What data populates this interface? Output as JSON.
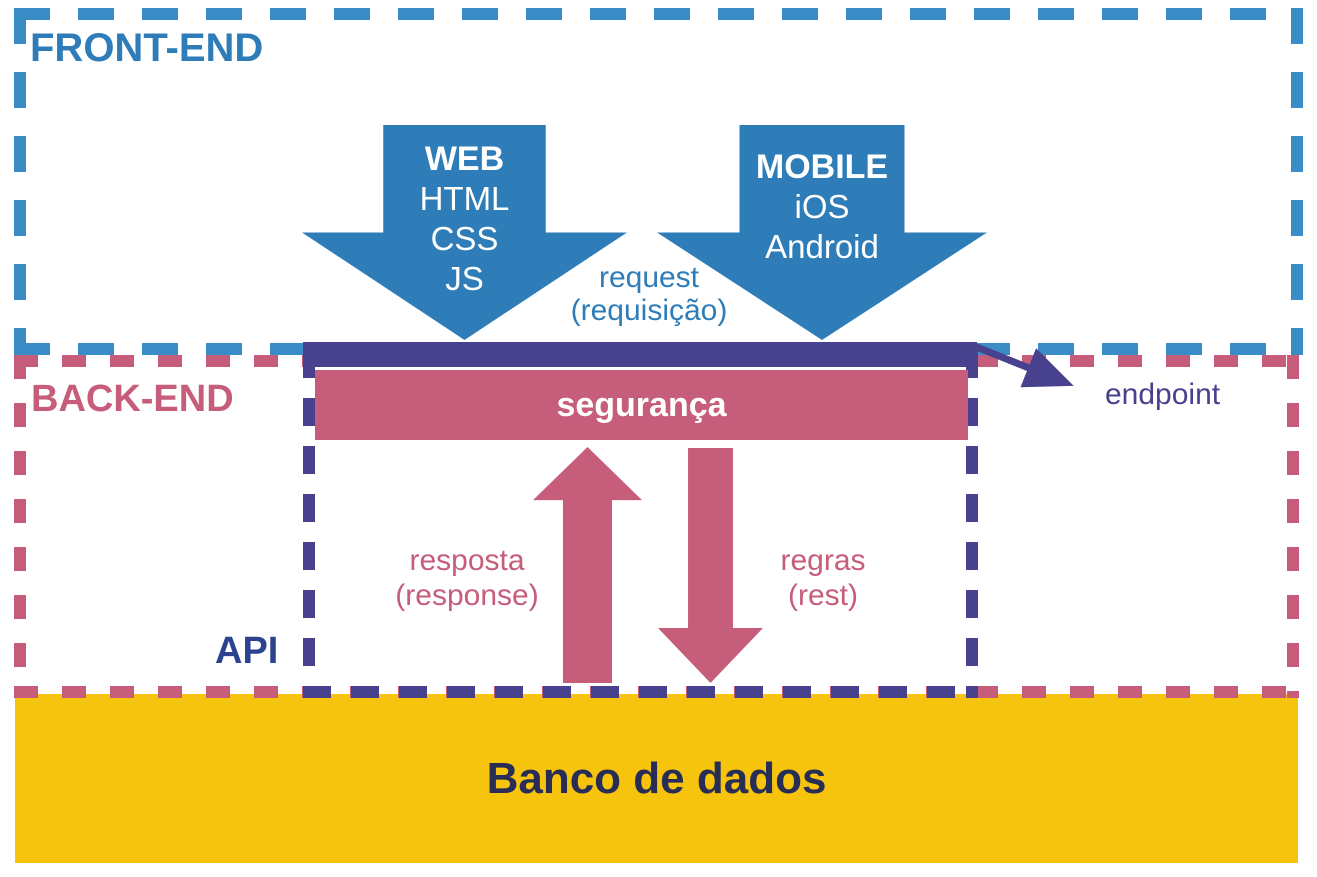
{
  "colors": {
    "blue": "#2e7db8",
    "blue_dash": "#3a8cc7",
    "pink": "#c65d7a",
    "purple": "#48418d",
    "api_navy": "#2b4291",
    "yellow": "#f6c40d",
    "database_text": "#272d55"
  },
  "regions": {
    "front_end": {
      "label": "FRONT-END"
    },
    "back_end": {
      "label": "BACK-END"
    },
    "api": {
      "label": "API"
    }
  },
  "clients": {
    "web": {
      "title": "WEB",
      "lines": [
        "HTML",
        "CSS",
        "JS"
      ]
    },
    "mobile": {
      "title": "MOBILE",
      "lines": [
        "iOS",
        "Android"
      ]
    }
  },
  "flows": {
    "request": {
      "line1": "request",
      "line2": "(requisição)"
    },
    "resposta": {
      "line1": "resposta",
      "line2": "(response)"
    },
    "regras": {
      "line1": "regras",
      "line2": "(rest)"
    }
  },
  "endpoint": {
    "label": "endpoint"
  },
  "seguranca": {
    "label": "segurança"
  },
  "database": {
    "label": "Banco de dados"
  }
}
